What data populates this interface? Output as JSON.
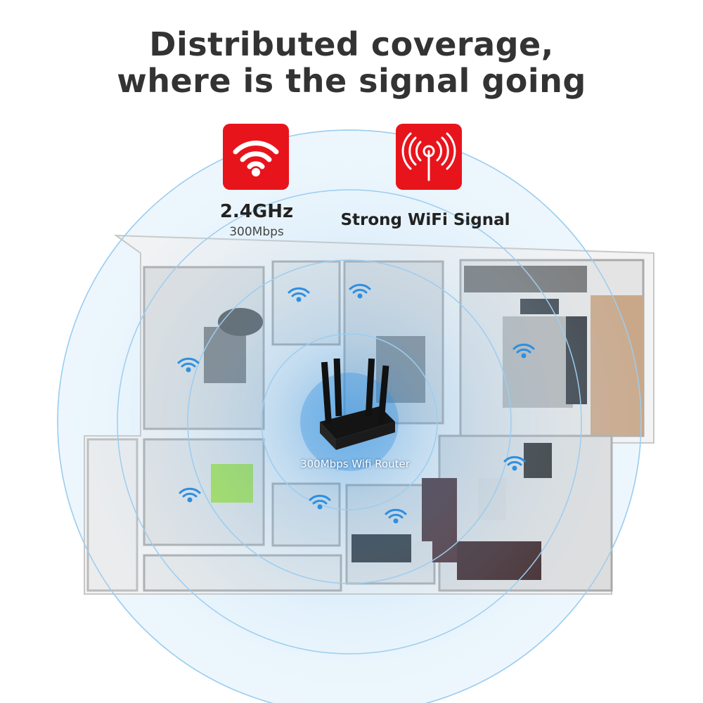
{
  "headline": {
    "line1": "Distributed coverage,",
    "line2": "where is the signal going"
  },
  "features": {
    "band": "2.4GHz",
    "speed": "300Mbps",
    "signal": "Strong WiFi Signal"
  },
  "router": {
    "label": "300Mbps Wifi Router"
  },
  "icons": {
    "badge_left": "wifi-icon",
    "badge_right": "antenna-icon"
  },
  "colors": {
    "badge_red": "#e8141c",
    "signal_blue": "#2f8fe0",
    "headline": "#333333"
  }
}
